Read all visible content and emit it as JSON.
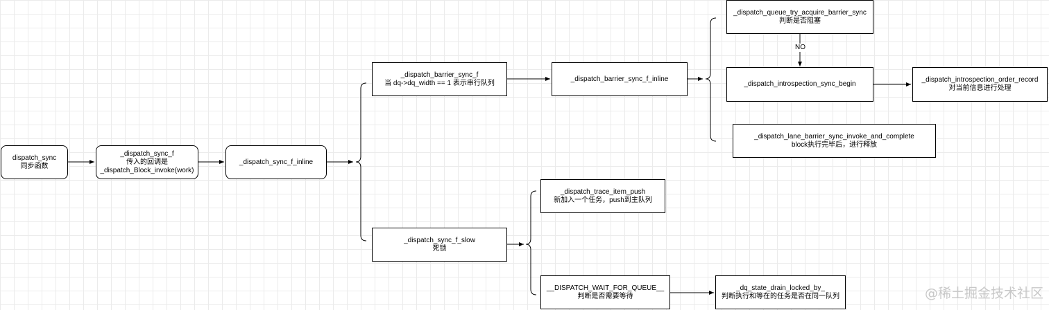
{
  "nodes": {
    "dispatch_sync": {
      "line1": "dispatch_sync",
      "line2": "同步函数"
    },
    "dispatch_sync_f": {
      "line1": "_dispatch_sync_f",
      "line2": "传入的回调是",
      "line3": "_dispatch_Block_invoke(work)"
    },
    "dispatch_sync_f_inline": {
      "line1": "_dispatch_sync_f_inline"
    },
    "barrier_sync_f": {
      "line1": "_dispatch_barrier_sync_f",
      "line2": "当 dq->dq_width == 1 表示串行队列"
    },
    "barrier_sync_f_inline": {
      "line1": "_dispatch_barrier_sync_f_inline"
    },
    "queue_try_acquire": {
      "line1": "_dispatch_queue_try_acquire_barrier_sync",
      "line2": "判断是否阻塞"
    },
    "introspection_sync_begin": {
      "line1": "_dispatch_introspection_sync_begin"
    },
    "introspection_order_record": {
      "line1": "_dispatch_introspection_order_record",
      "line2": "对当前信息进行处理"
    },
    "lane_barrier": {
      "line1": "_dispatch_lane_barrier_sync_invoke_and_complete",
      "line2": "block执行完毕后，进行释放"
    },
    "sync_f_slow": {
      "line1": "_dispatch_sync_f_slow",
      "line2": "死锁"
    },
    "trace_item_push": {
      "line1": "_dispatch_trace_item_push",
      "line2": "新加入一个任务，push到主队列"
    },
    "wait_for_queue": {
      "line1": "__DISPATCH_WAIT_FOR_QUEUE__",
      "line2": "判断是否需要等待"
    },
    "dq_state_drain": {
      "line1": "_dq_state_drain_locked_by_",
      "line2": "判断执行和等在的任务是否在同一队列"
    }
  },
  "edge_labels": {
    "no": "NO"
  },
  "watermark": {
    "text": "@稀土掘金技术社区"
  }
}
